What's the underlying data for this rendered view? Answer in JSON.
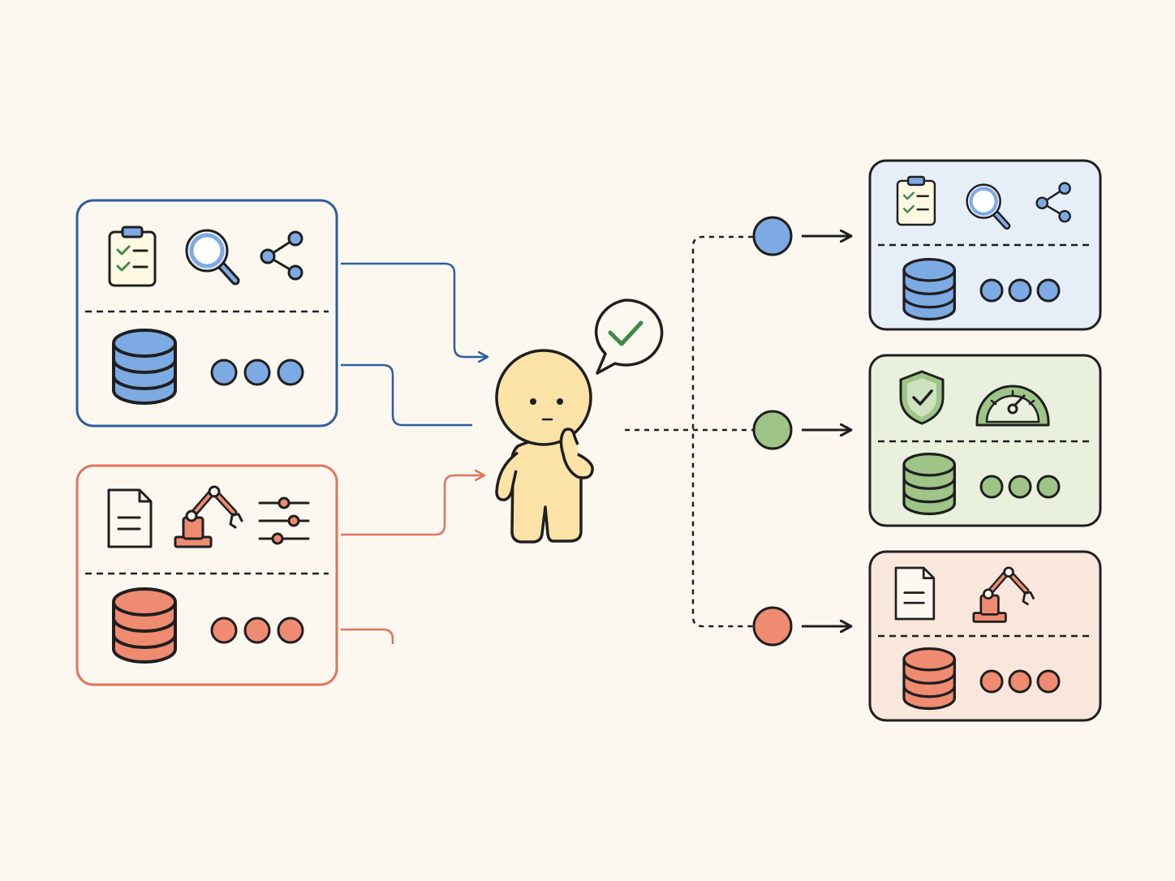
{
  "colors": {
    "background": "#fcf8f0",
    "ink": "#1f1f1f",
    "blue_stroke": "#2c5d9e",
    "blue_fill": "#7eaae3",
    "blue_panel": "#e6eef8",
    "orange_stroke": "#e2735a",
    "orange_fill": "#ef8b70",
    "orange_panel": "#f9e6dc",
    "green_fill": "#9ec488",
    "green_panel": "#e9f0dd",
    "green_check": "#3f8a4a",
    "character_fill": "#fbe3a8",
    "clipboard_fill": "#fff9e3"
  },
  "left_panels": [
    {
      "name": "blue-source-panel",
      "theme": "blue",
      "icons": [
        "clipboard-checklist-icon",
        "magnifier-icon",
        "share-nodes-icon"
      ],
      "bottom": [
        "database-icon",
        "three-dots"
      ]
    },
    {
      "name": "orange-source-panel",
      "theme": "orange",
      "icons": [
        "document-icon",
        "robot-arm-icon",
        "sliders-icon"
      ],
      "bottom": [
        "database-icon",
        "three-dots"
      ]
    }
  ],
  "center": {
    "figure": "thinking-character",
    "bubble_icon": "checkmark-icon"
  },
  "outputs": [
    {
      "name": "blue-output-panel",
      "theme": "blue",
      "icons": [
        "clipboard-checklist-icon",
        "magnifier-icon",
        "share-nodes-icon"
      ],
      "bottom": [
        "database-icon",
        "three-dots"
      ]
    },
    {
      "name": "green-output-panel",
      "theme": "green",
      "icons": [
        "shield-check-icon",
        "speedometer-icon"
      ],
      "bottom": [
        "database-icon",
        "three-dots"
      ]
    },
    {
      "name": "orange-output-panel",
      "theme": "orange",
      "icons": [
        "document-icon",
        "robot-arm-icon"
      ],
      "bottom": [
        "database-icon",
        "three-dots"
      ]
    }
  ]
}
